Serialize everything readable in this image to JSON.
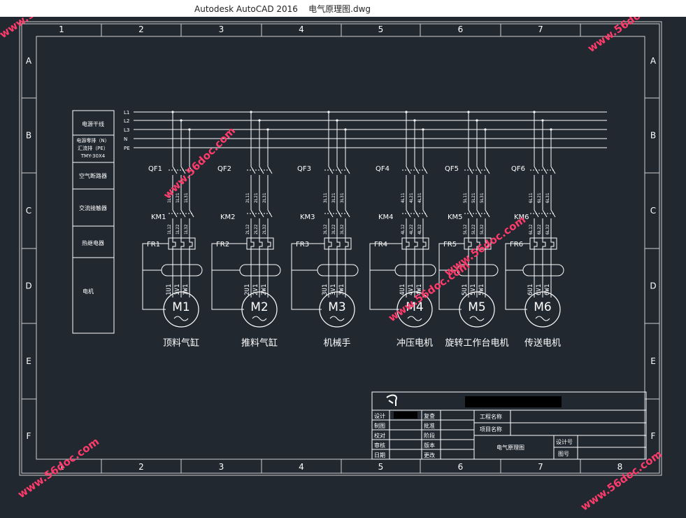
{
  "window": {
    "title": "Autodesk AutoCAD 2016    电气原理图.dwg"
  },
  "border": {
    "cols": [
      "1",
      "2",
      "3",
      "4",
      "5",
      "6",
      "7",
      "8"
    ],
    "rows": [
      "A",
      "B",
      "C",
      "D",
      "E",
      "F"
    ]
  },
  "legend": {
    "items": [
      "电源干线",
      "电源零排（N）",
      "汇流排（PE）",
      "TMY-30X4",
      "空气断路器",
      "交流接触器",
      "热继电器",
      "电机"
    ]
  },
  "bus": {
    "labels": [
      "L1",
      "L2",
      "L3",
      "N",
      "PE"
    ]
  },
  "branches": [
    {
      "qf": "QF1",
      "km": "KM1",
      "fr": "FR1",
      "motor": "M1",
      "name": "顶料气缸",
      "wires_top": [
        "1L11",
        "1L21",
        "1L31"
      ],
      "wires_mid": [
        "1L12",
        "1L22",
        "1L32"
      ],
      "wires_low": [
        "1U1",
        "1V1",
        "1W1"
      ]
    },
    {
      "qf": "QF2",
      "km": "KM2",
      "fr": "FR2",
      "motor": "M2",
      "name": "推料气缸",
      "wires_top": [
        "2L11",
        "2L21",
        "2L31"
      ],
      "wires_mid": [
        "2L12",
        "2L22",
        "2L32"
      ],
      "wires_low": [
        "2U1",
        "2V1",
        "2W1"
      ]
    },
    {
      "qf": "QF3",
      "km": "KM3",
      "fr": "FR3",
      "motor": "M3",
      "name": "机械手",
      "wires_top": [
        "3L11",
        "3L21",
        "3L31"
      ],
      "wires_mid": [
        "3L12",
        "3L22",
        "3L32"
      ],
      "wires_low": [
        "3U1",
        "3V1",
        "3W1"
      ]
    },
    {
      "qf": "QF4",
      "km": "KM4",
      "fr": "FR4",
      "motor": "M4",
      "name": "冲压电机",
      "wires_top": [
        "4L11",
        "4L21",
        "4L31"
      ],
      "wires_mid": [
        "4L12",
        "4L22",
        "4L32"
      ],
      "wires_low": [
        "4U1",
        "4V1",
        "4W1"
      ]
    },
    {
      "qf": "QF5",
      "km": "KM5",
      "fr": "FR5",
      "motor": "M5",
      "name": "旋转工作台电机",
      "wires_top": [
        "5L11",
        "5L21",
        "5L31"
      ],
      "wires_mid": [
        "5L12",
        "5L22",
        "5L32"
      ],
      "wires_low": [
        "5U1",
        "5V1",
        "5W1"
      ]
    },
    {
      "qf": "QF6",
      "km": "KM6",
      "fr": "FR6",
      "motor": "M6",
      "name": "传送电机",
      "wires_top": [
        "6L11",
        "6L21",
        "6L31"
      ],
      "wires_mid": [
        "6L12",
        "6L22",
        "6L32"
      ],
      "wires_low": [
        "6U1",
        "6V1",
        "6W1"
      ]
    }
  ],
  "title_block": {
    "left_labels": [
      "设计",
      "制图",
      "校对",
      "审核",
      "日期"
    ],
    "mid_labels": [
      "复查",
      "批准",
      "阶段",
      "版本",
      "更改"
    ],
    "project_name": "工程名称",
    "item_name": "项目名称",
    "drawing_name": "电气原理图",
    "design_no": "设计号",
    "drawing_no": "图号"
  },
  "watermark": "www.56doc.com",
  "colors": {
    "background": "#212830",
    "lines": "#ffffff",
    "frame": "#c8c8c8"
  }
}
